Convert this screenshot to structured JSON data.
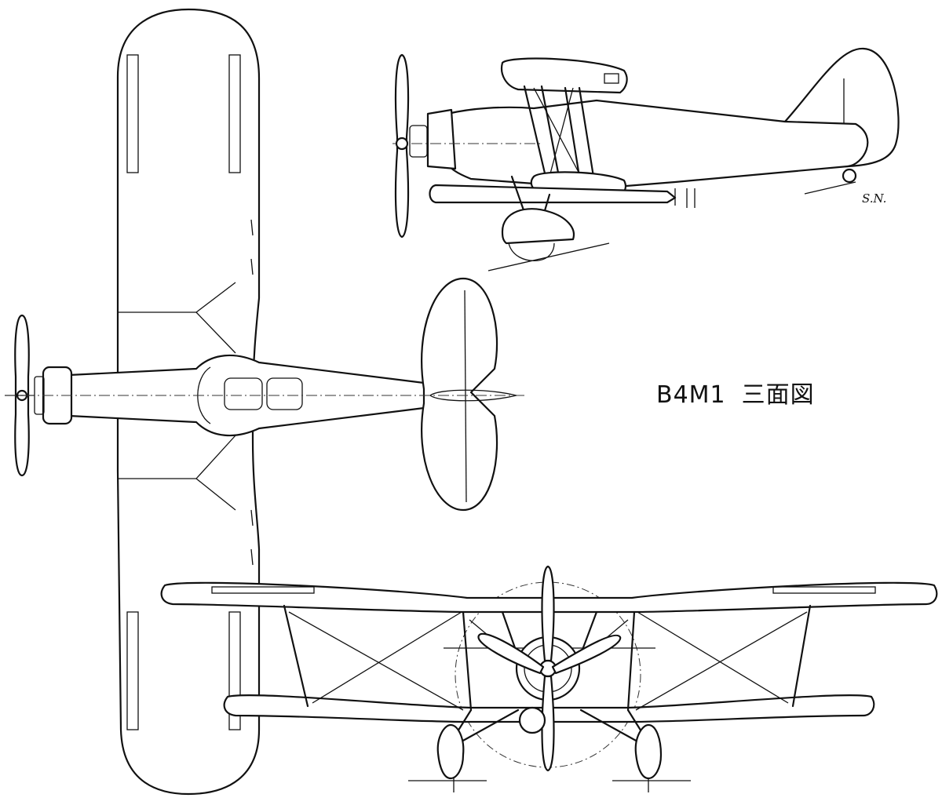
{
  "drawing": {
    "designation": "B4M1",
    "view_label": "三面図",
    "signature": "S.N."
  },
  "colors": {
    "line": "#111111",
    "background": "#ffffff"
  }
}
